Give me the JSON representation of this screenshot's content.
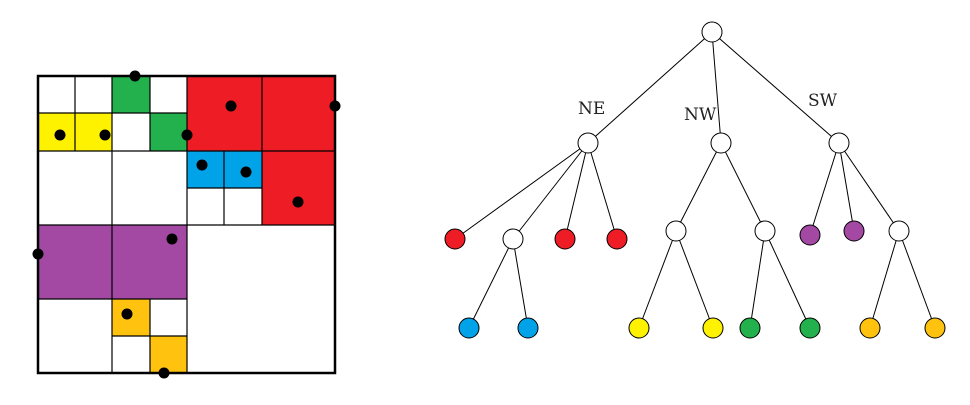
{
  "colors": {
    "red": "#ee1c24",
    "green": "#22b14c",
    "yellow": "#fff200",
    "blue": "#00a2e8",
    "purple": "#a349a4",
    "orange": "#ffc20e",
    "empty": "#ffffff",
    "line": "#000000",
    "point": "#000000"
  },
  "tree": {
    "edge_labels": {
      "ne": "NE",
      "nw": "NW",
      "sw": "SW"
    }
  }
}
